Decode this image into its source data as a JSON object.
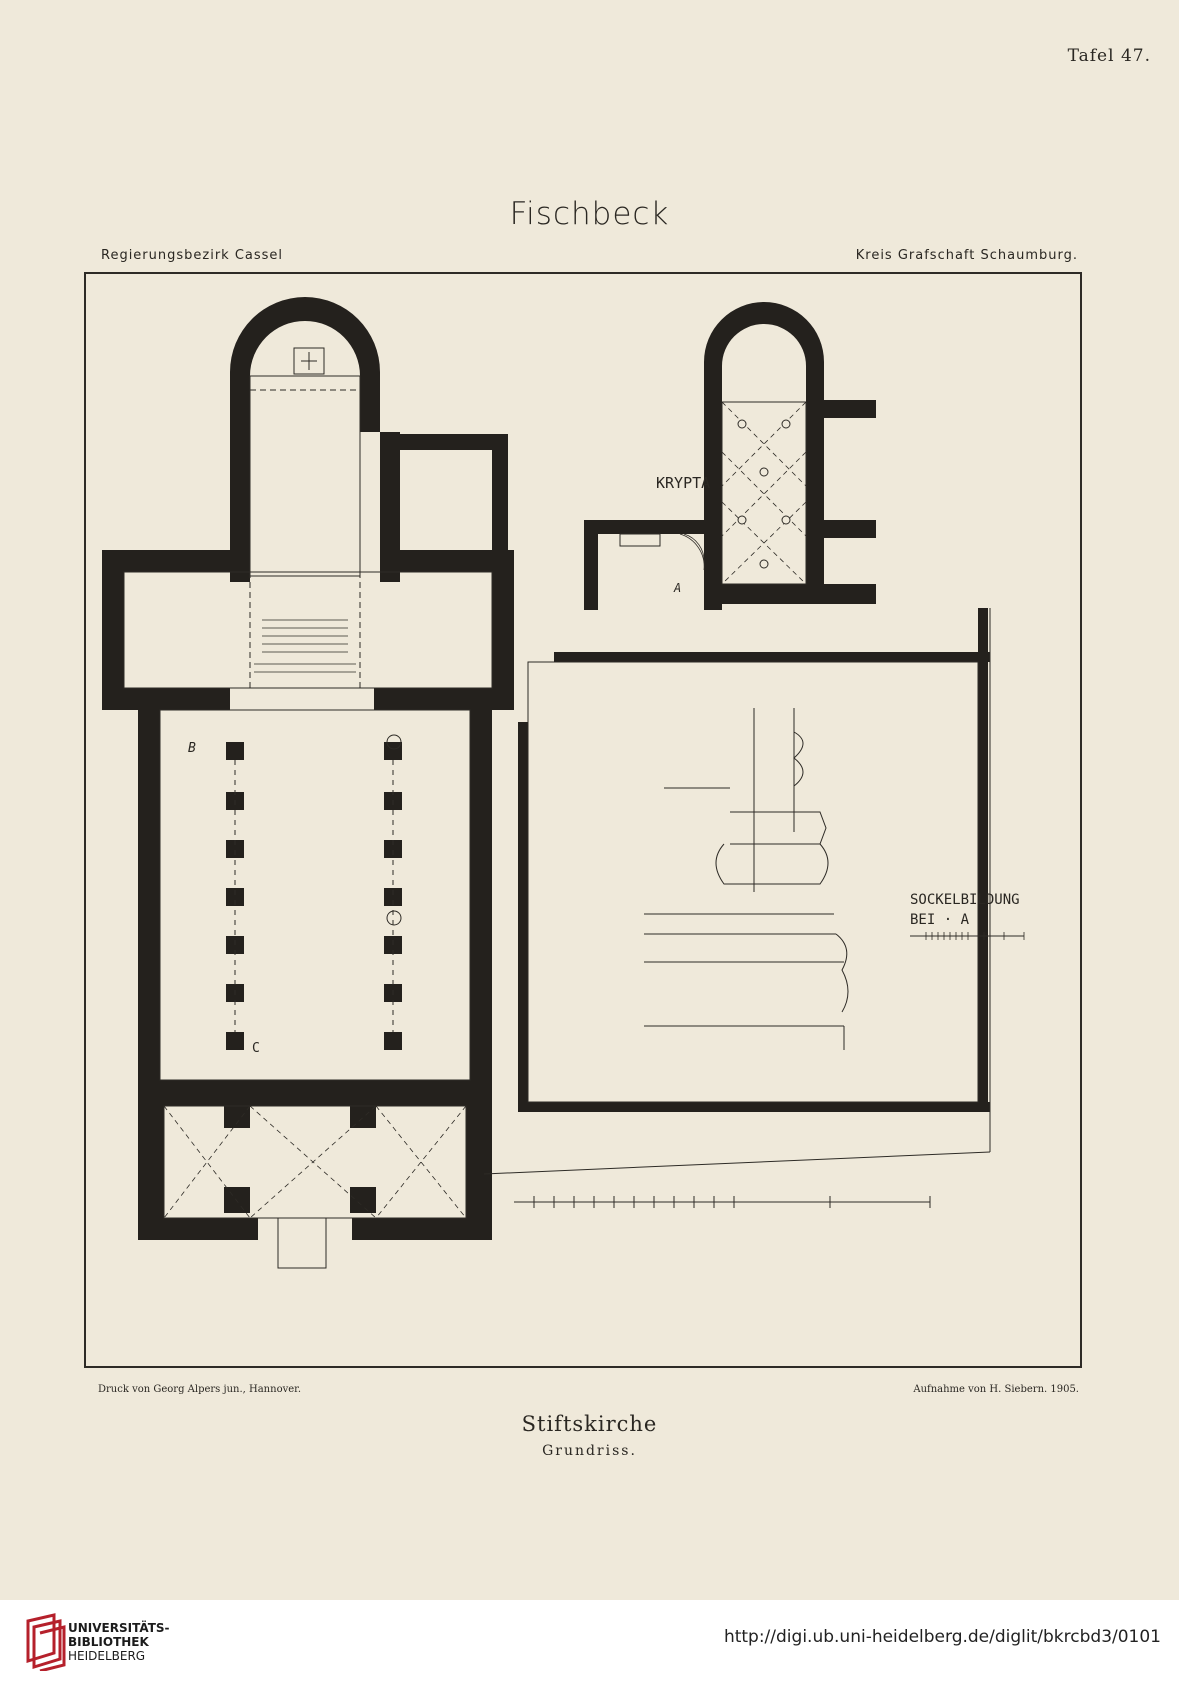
{
  "plate": {
    "number": "Tafel 47."
  },
  "header": {
    "title": "Fischbeck",
    "left": "Regierungsbezirk Cassel",
    "right": "Kreis Grafschaft Schaumburg."
  },
  "plan_labels": {
    "krypta": "KRYPTA",
    "sockel_1": "SOCKELBILDUNG",
    "sockel_2": "BEI · A",
    "mark_a": "A",
    "mark_b": "B",
    "mark_c": "C"
  },
  "credits": {
    "left": "Druck von Georg Alpers jun., Hannover.",
    "right": "Aufnahme von H. Siebern.  1905."
  },
  "caption": {
    "title": "Stiftskirche",
    "subtitle": "Grundriss."
  },
  "footer": {
    "library": [
      "UNIVERSITÄTS-",
      "BIBLIOTHEK",
      "HEIDELBERG"
    ],
    "url": "http://digi.ub.uni-heidelberg.de/diglit/bkrcbd3/0101",
    "logo_color": "#b5202b"
  }
}
